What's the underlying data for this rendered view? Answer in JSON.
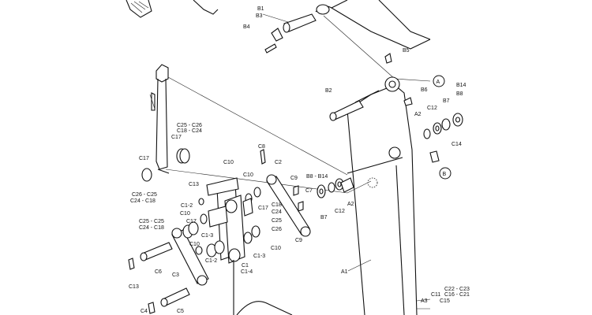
{
  "labels": {
    "B1": "B1",
    "B3": "B3",
    "B4": "B4",
    "B5": "B5",
    "A_ref": "A",
    "B14_top": "B14",
    "B8_top": "B8",
    "B6": "B6",
    "B7_top": "B7",
    "C12_top": "C12",
    "B2": "B2",
    "A2_top": "A2",
    "C14": "C14",
    "B_ref": "B",
    "C25_C26": "C25 - C26",
    "C18_C24_top": "C18 - C24",
    "C17_left": "C17",
    "C17_low": "C17",
    "C26_C25": "C26 - C25",
    "C24_C18_left": "C24 - C18",
    "C8": "C8",
    "C10_top": "C10",
    "C2": "C2",
    "C9_top": "C9",
    "C13_top": "C13",
    "C10_mid": "C10",
    "C17_mid": "C17",
    "C18": "C18",
    "C24": "C24",
    "C25": "C25",
    "C26": "C26",
    "C7": "C7",
    "C9_low": "C9",
    "B8_B14": "B8 - B14",
    "B7_low": "B7",
    "C12_low": "C12",
    "A2_low": "A2",
    "C1_2_top": "C1-2",
    "C25_C25": "C25 - C25",
    "C24_C18": "C24 - C18",
    "C10_left": "C10",
    "C17_lower": "C17",
    "C1_3_top": "C1-3",
    "C10_low": "C10",
    "C1": "C1",
    "C1_4": "C1-4",
    "C1_3_low": "C1-3",
    "C10_right": "C10",
    "C1_2_low": "C1-2",
    "C6": "C6",
    "C3": "C3",
    "C13_low": "C13",
    "C5": "C5",
    "C4": "C4",
    "A1": "A1",
    "C22_C23": "C22 - C23",
    "C11": "C11",
    "C16_C21": "C16 - C21",
    "A3": "A3",
    "C15": "C15"
  },
  "colors": {
    "ink": "#111111",
    "paper": "#ffffff"
  }
}
